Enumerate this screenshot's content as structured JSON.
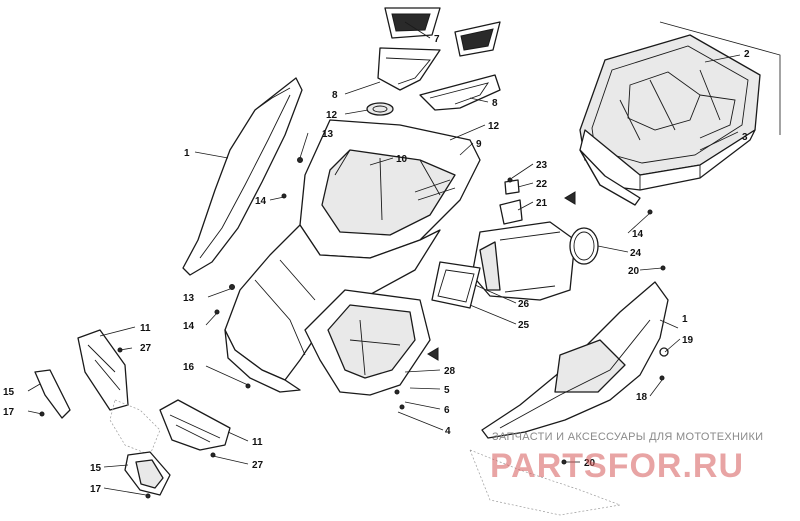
{
  "diagram": {
    "callouts": [
      {
        "id": "c1a",
        "text": "1"
      },
      {
        "id": "c1b",
        "text": "1"
      },
      {
        "id": "c2",
        "text": "2"
      },
      {
        "id": "c3",
        "text": "3"
      },
      {
        "id": "c4",
        "text": "4"
      },
      {
        "id": "c5",
        "text": "5"
      },
      {
        "id": "c6",
        "text": "6"
      },
      {
        "id": "c7",
        "text": "7"
      },
      {
        "id": "c8a",
        "text": "8"
      },
      {
        "id": "c8b",
        "text": "8"
      },
      {
        "id": "c9",
        "text": "9"
      },
      {
        "id": "c10",
        "text": "10"
      },
      {
        "id": "c11a",
        "text": "11"
      },
      {
        "id": "c11b",
        "text": "11"
      },
      {
        "id": "c12a",
        "text": "12"
      },
      {
        "id": "c12b",
        "text": "12"
      },
      {
        "id": "c13a",
        "text": "13"
      },
      {
        "id": "c13b",
        "text": "13"
      },
      {
        "id": "c14a",
        "text": "14"
      },
      {
        "id": "c14b",
        "text": "14"
      },
      {
        "id": "c14c",
        "text": "14"
      },
      {
        "id": "c15a",
        "text": "15"
      },
      {
        "id": "c15b",
        "text": "15"
      },
      {
        "id": "c16",
        "text": "16"
      },
      {
        "id": "c17a",
        "text": "17"
      },
      {
        "id": "c17b",
        "text": "17"
      },
      {
        "id": "c18",
        "text": "18"
      },
      {
        "id": "c19",
        "text": "19"
      },
      {
        "id": "c20a",
        "text": "20"
      },
      {
        "id": "c20b",
        "text": "20"
      },
      {
        "id": "c21",
        "text": "21"
      },
      {
        "id": "c22",
        "text": "22"
      },
      {
        "id": "c23",
        "text": "23"
      },
      {
        "id": "c24",
        "text": "24"
      },
      {
        "id": "c25",
        "text": "25"
      },
      {
        "id": "c26",
        "text": "26"
      },
      {
        "id": "c27a",
        "text": "27"
      },
      {
        "id": "c27b",
        "text": "27"
      },
      {
        "id": "c28",
        "text": "28"
      }
    ]
  },
  "watermark": {
    "caption": "ЗАПЧАСТИ И АКСЕССУАРЫ ДЛЯ МОТОТЕХНИКИ",
    "logo": "PARTSFOR.RU",
    "logo_color": "#d65a5a"
  }
}
